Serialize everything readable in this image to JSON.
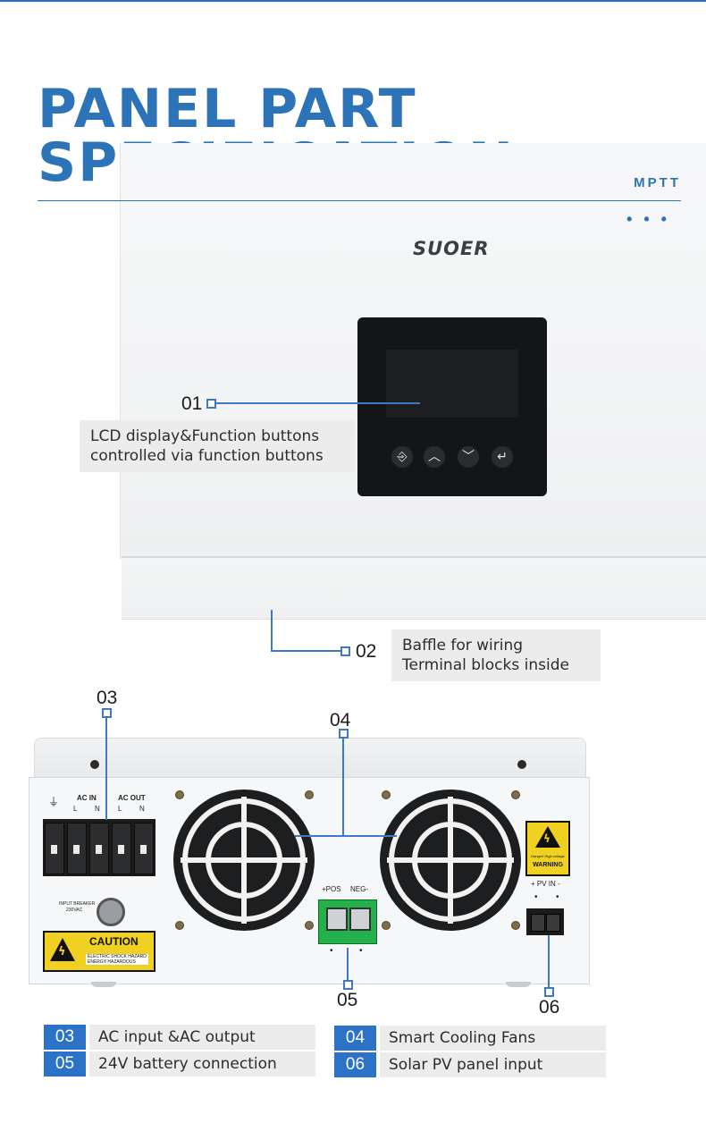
{
  "header": {
    "title_line1": "PANEL PART",
    "title_line2": "SPECIFICATION",
    "tag": "MPTT",
    "dots": "• • •"
  },
  "front_unit": {
    "brand": "SUOER",
    "buttons": [
      {
        "icon": "exit-icon",
        "glyph": "⎆"
      },
      {
        "icon": "up-arrow-icon",
        "glyph": "︿"
      },
      {
        "icon": "down-arrow-icon",
        "glyph": "﹀"
      },
      {
        "icon": "enter-icon",
        "glyph": "↵"
      }
    ]
  },
  "callouts": {
    "c01": {
      "num": "01",
      "line1": "LCD display&Function buttons",
      "line2": "controlled via function buttons"
    },
    "c02": {
      "num": "02",
      "line1": "Baffle for wiring",
      "line2": "Terminal blocks inside"
    },
    "c03": {
      "num": "03"
    },
    "c04": {
      "num": "04"
    },
    "c05": {
      "num": "05"
    },
    "c06": {
      "num": "06"
    }
  },
  "rear_unit": {
    "ac_in": "AC IN",
    "ac_out": "AC OUT",
    "l": "L",
    "n": "N",
    "ground": "⏚",
    "input_breaker": "INPUT BREAKER",
    "input_breaker_sub": "230VAC",
    "caution_title": "CAUTION",
    "caution_sub1": "ELECTRIC SHOCK HAZARD",
    "caution_sub2": "ENERGY HAZARDOUS",
    "pos": "+POS",
    "neg": "NEG-",
    "warning_small": "Danger! High voltage",
    "warning_title": "WARNING",
    "pv_in": "+ PV IN -"
  },
  "legend": [
    {
      "num": "03",
      "text": "AC input &AC output"
    },
    {
      "num": "04",
      "text": "Smart Cooling Fans"
    },
    {
      "num": "05",
      "text": "24V battery connection"
    },
    {
      "num": "06",
      "text": "Solar PV panel input"
    }
  ],
  "colors": {
    "accent": "#2c73b8",
    "legend_num_bg": "#2c73c8",
    "callout_line": "#3f78c4",
    "label_bg": "#ececec"
  }
}
